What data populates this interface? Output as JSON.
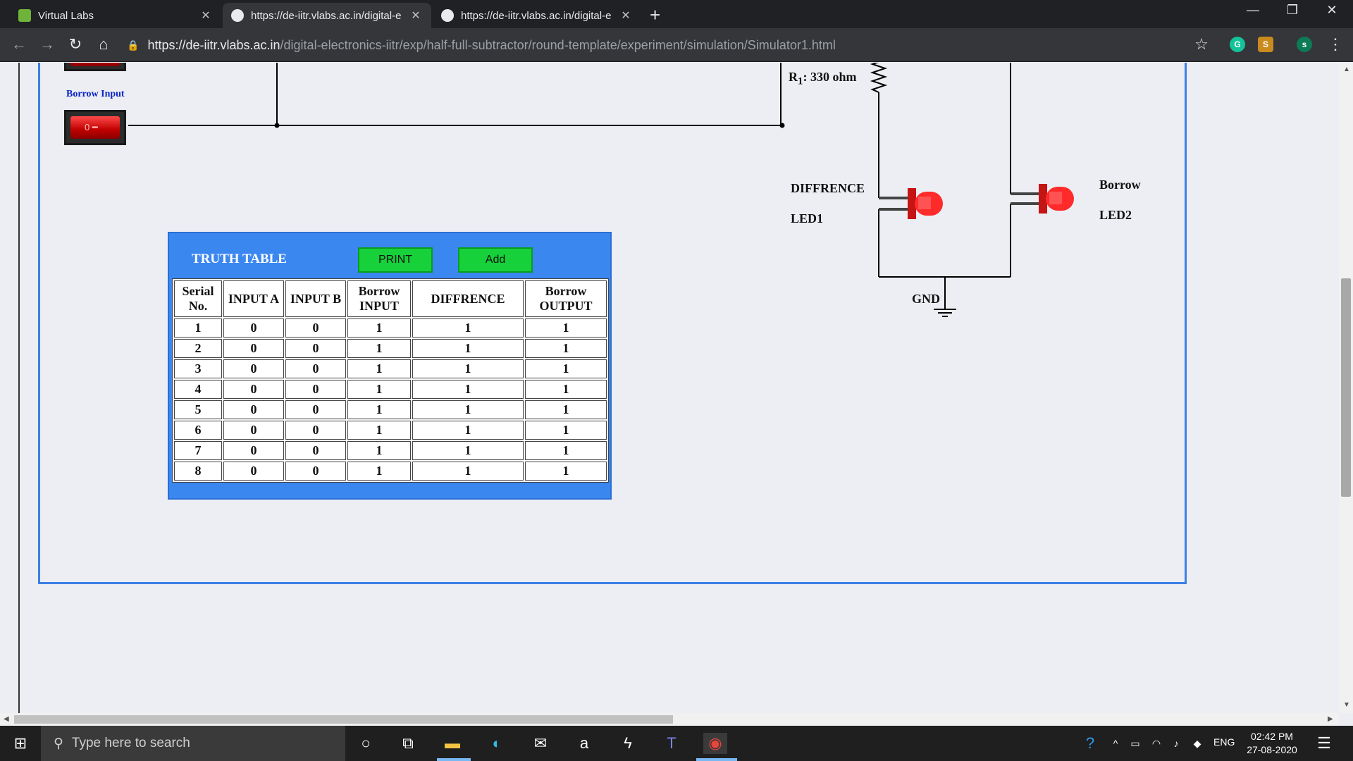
{
  "browser": {
    "tabs": [
      {
        "title": "Virtual Labs",
        "active": false
      },
      {
        "title": "https://de-iitr.vlabs.ac.in/digital-e",
        "active": true
      },
      {
        "title": "https://de-iitr.vlabs.ac.in/digital-e",
        "active": false
      }
    ],
    "url_host": "https://de-iitr.vlabs.ac.in",
    "url_path": "/digital-electronics-iitr/exp/half-full-subtractor/round-template/experiment/simulation/Simulator1.html",
    "profile_initial": "s"
  },
  "circuit": {
    "borrow_input_label": "Borrow Input",
    "switch_text": "0",
    "resistor_label": "R",
    "resistor_subscript": "1",
    "resistor_value": ": 330 ohm",
    "led1_name": "DIFFRENCE",
    "led1_id": "LED1",
    "led2_name": "Borrow",
    "led2_id": "LED2",
    "gnd_label": "GND",
    "colors": {
      "wire": "#000000",
      "led_on": "#ff2a2a",
      "frame": "#3c7fe6"
    }
  },
  "truth_table": {
    "title": "TRUTH TABLE",
    "print_label": "PRINT",
    "add_label": "Add",
    "headers": [
      [
        "Serial",
        "No."
      ],
      [
        "INPUT A"
      ],
      [
        "INPUT B"
      ],
      [
        "Borrow",
        "INPUT"
      ],
      [
        "DIFFRENCE"
      ],
      [
        "Borrow",
        "OUTPUT"
      ]
    ],
    "rows": [
      [
        "1",
        "0",
        "0",
        "1",
        "1",
        "1"
      ],
      [
        "2",
        "0",
        "0",
        "1",
        "1",
        "1"
      ],
      [
        "3",
        "0",
        "0",
        "1",
        "1",
        "1"
      ],
      [
        "4",
        "0",
        "0",
        "1",
        "1",
        "1"
      ],
      [
        "5",
        "0",
        "0",
        "1",
        "1",
        "1"
      ],
      [
        "6",
        "0",
        "0",
        "1",
        "1",
        "1"
      ],
      [
        "7",
        "0",
        "0",
        "1",
        "1",
        "1"
      ],
      [
        "8",
        "0",
        "0",
        "1",
        "1",
        "1"
      ]
    ],
    "colors": {
      "panel": "#3b87f0",
      "button": "#17d13a"
    }
  },
  "taskbar": {
    "search_placeholder": "Type here to search",
    "time": "02:42 PM",
    "date": "27-08-2020",
    "language": "ENG"
  }
}
